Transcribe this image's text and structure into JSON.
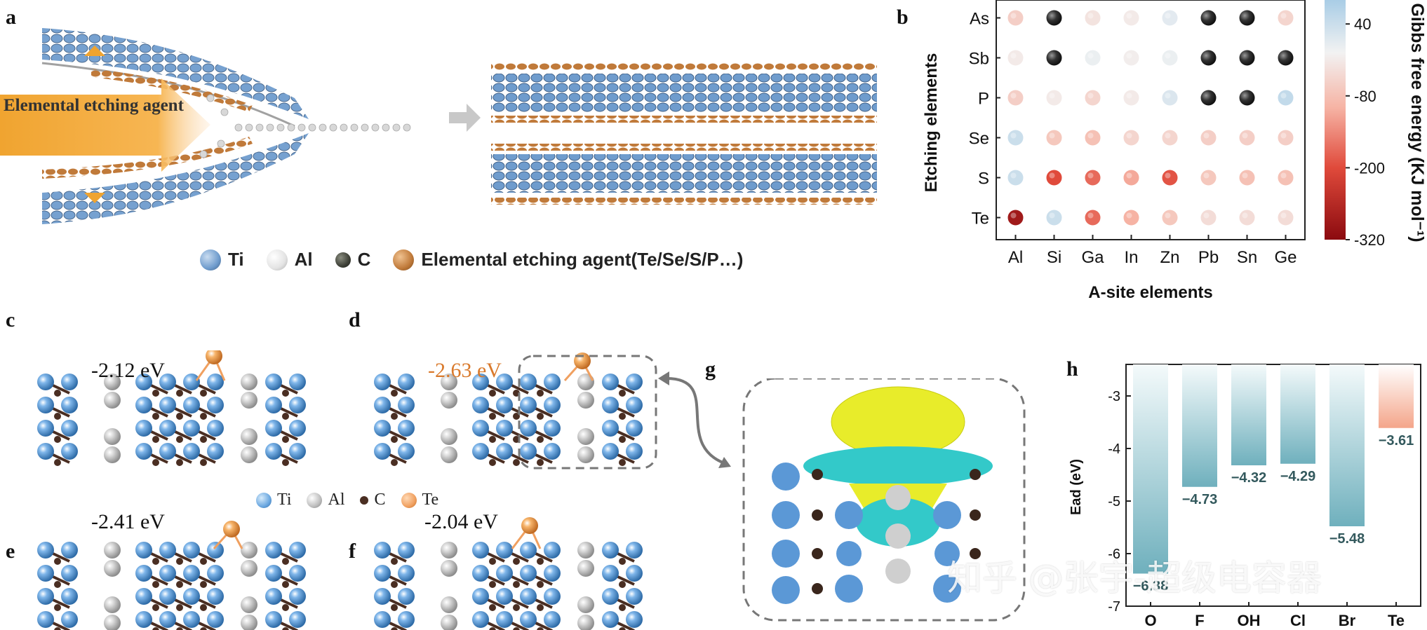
{
  "panels": {
    "a": "a",
    "b": "b",
    "c": "c",
    "d": "d",
    "e": "e",
    "f": "f",
    "g": "g",
    "h": "h"
  },
  "panel_a": {
    "agent_label": "Elemental etching agent",
    "legend": [
      {
        "label": "Ti",
        "color": "#6f9ccd"
      },
      {
        "label": "Al",
        "color": "#e3e3e3"
      },
      {
        "label": "C",
        "color": "#3d3f36"
      },
      {
        "label": "Elemental etching agent(Te/Se/S/P…)",
        "color": "#c07a3a"
      }
    ]
  },
  "panel_cdef": {
    "energies": {
      "c": "-2.12 eV",
      "d": "-2.63 eV",
      "e": "-2.41 eV",
      "f": "-2.04 eV"
    },
    "highlight_color": "#d9792b",
    "legend": [
      {
        "label": "Ti",
        "color": "#6aa7e0"
      },
      {
        "label": "Al",
        "color": "#bdbdbd"
      },
      {
        "label": "C",
        "color": "#4a2e22"
      },
      {
        "label": "Te",
        "color": "#f0a060"
      }
    ]
  },
  "chart_data": [
    {
      "panel": "b",
      "type": "heatmap",
      "xlabel": "A-site elements",
      "ylabel": "Etching elements",
      "x": [
        "Al",
        "Si",
        "Ga",
        "In",
        "Zn",
        "Pb",
        "Sn",
        "Ge"
      ],
      "y": [
        "As",
        "Sb",
        "P",
        "Se",
        "S",
        "Te"
      ],
      "colorbar": {
        "label": "Gibbs free energy (KJ mol⁻¹)",
        "ticks": [
          40,
          -80,
          -200,
          -320
        ],
        "range": [
          -320,
          80
        ]
      },
      "values": [
        [
          -60,
          "black",
          -30,
          -20,
          10,
          "black",
          "black",
          -50
        ],
        [
          -20,
          "black",
          0,
          -15,
          0,
          "black",
          "black",
          "black"
        ],
        [
          -60,
          -20,
          -50,
          -20,
          20,
          "black",
          "black",
          50
        ],
        [
          40,
          -70,
          -80,
          -50,
          -50,
          -60,
          -60,
          -60
        ],
        [
          40,
          -200,
          -170,
          -110,
          -190,
          -70,
          -80,
          -80
        ],
        [
          -290,
          40,
          -170,
          -100,
          -70,
          -40,
          -40,
          -40
        ]
      ]
    },
    {
      "panel": "h",
      "type": "bar",
      "categories": [
        "O",
        "F",
        "OH",
        "Cl",
        "Br",
        "Te"
      ],
      "values": [
        -6.38,
        -4.73,
        -4.32,
        -4.29,
        -5.48,
        -3.61
      ],
      "labels": [
        "−6.38",
        "−4.73",
        "−4.32",
        "−4.29",
        "−5.48",
        "−3.61"
      ],
      "ylabel": "Ead (eV)",
      "yticks": [
        "-3",
        "-4",
        "-5",
        "-6",
        "-7"
      ],
      "ylim": [
        -7,
        -2.4
      ],
      "bar_color": "#6fb0bd",
      "highlight_color": "#f4a58a"
    }
  ],
  "watermark": "知乎 @张宇-超级电容器"
}
